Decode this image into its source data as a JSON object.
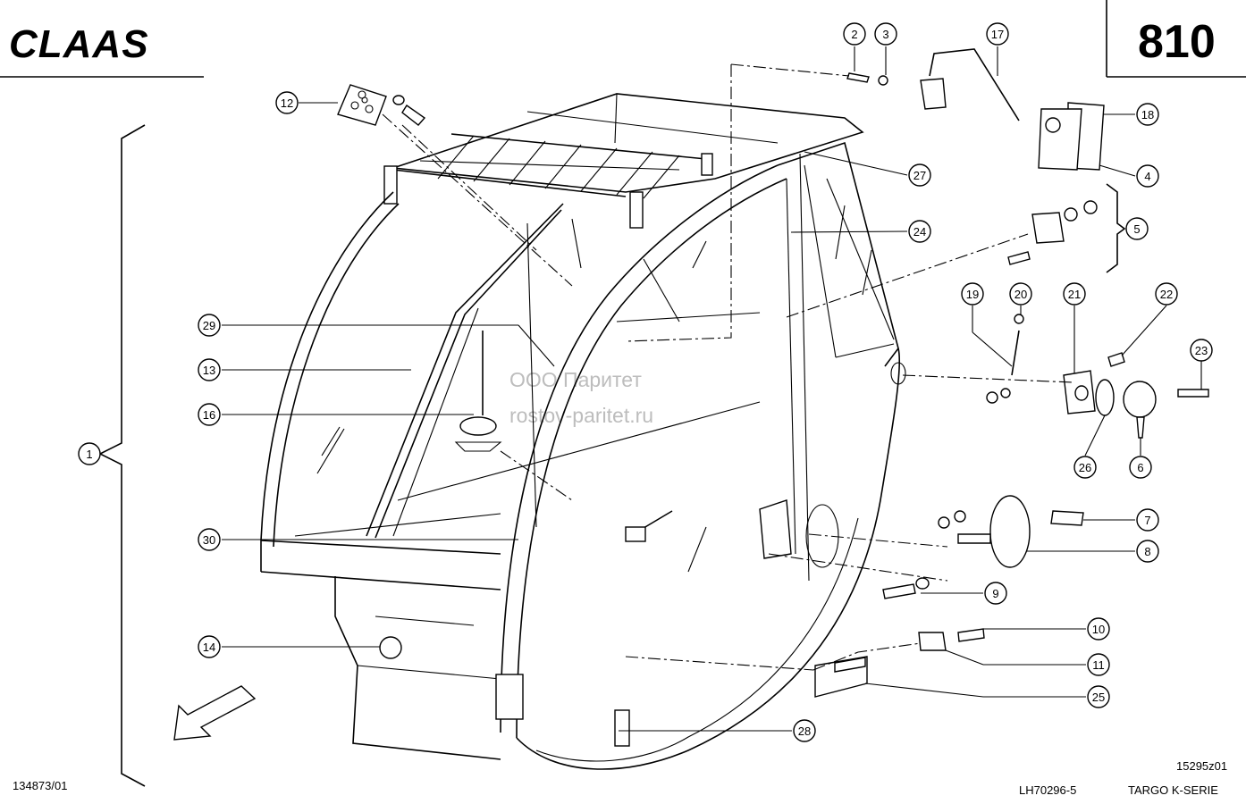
{
  "header": {
    "brand": "CLAAS",
    "page_number": "810"
  },
  "footer": {
    "drawing_number_left": "134873/01",
    "drawing_code": "15295z01",
    "catalog_number": "LH70296-5",
    "series": "TARGO K-SERIE"
  },
  "watermark": {
    "line1": "ООО Паритет",
    "line2": "rostov-paritet.ru"
  },
  "callouts": {
    "c1": "1",
    "c2": "2",
    "c3": "3",
    "c4": "4",
    "c5": "5",
    "c6": "6",
    "c7": "7",
    "c8": "8",
    "c9": "9",
    "c10": "10",
    "c11": "11",
    "c12": "12",
    "c13": "13",
    "c14": "14",
    "c16": "16",
    "c17": "17",
    "c18": "18",
    "c19": "19",
    "c20": "20",
    "c21": "21",
    "c22": "22",
    "c23": "23",
    "c24": "24",
    "c25": "25",
    "c26": "26",
    "c27": "27",
    "c28": "28",
    "c29": "29",
    "c30": "30"
  }
}
